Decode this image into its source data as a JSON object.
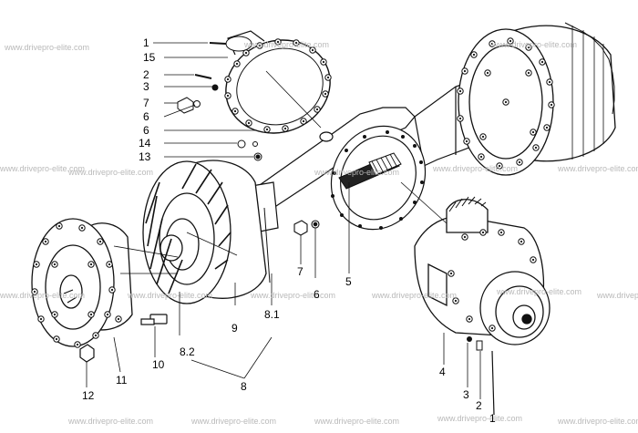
{
  "diagram": {
    "watermark": "www.drivepro-elite.com",
    "callouts": {
      "c1_top": "1",
      "c15": "15",
      "c2_top": "2",
      "c3_top": "3",
      "c7_left": "7",
      "c6_left_a": "6",
      "c6_left_b": "6",
      "c14": "14",
      "c13": "13",
      "c7_mid": "7",
      "c6_mid": "6",
      "c5": "5",
      "c9": "9",
      "c8_1": "8.1",
      "c8_2": "8.2",
      "c8": "8",
      "c10": "10",
      "c11": "11",
      "c12": "12",
      "c4": "4",
      "c3_bottom": "3",
      "c2_bottom": "2",
      "c1_bottom": "1"
    }
  }
}
